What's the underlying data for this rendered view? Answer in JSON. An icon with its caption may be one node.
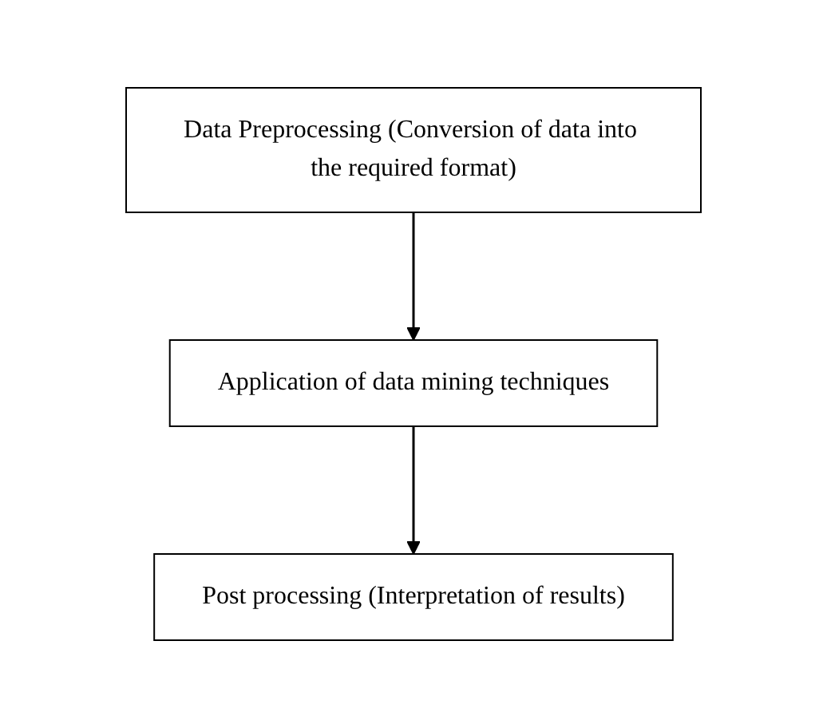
{
  "diagram": {
    "nodes": [
      {
        "text": [
          "Data Preprocessing (Conversion of data into the required format)"
        ]
      },
      {
        "text": [
          "Application of data mining techniques"
        ]
      },
      {
        "text": [
          "Post processing (Interpretation of results)"
        ]
      }
    ],
    "edges": [
      {
        "from": 0,
        "to": 1,
        "arrow": "to"
      },
      {
        "from": 1,
        "to": 2,
        "arrow": "to"
      }
    ]
  }
}
